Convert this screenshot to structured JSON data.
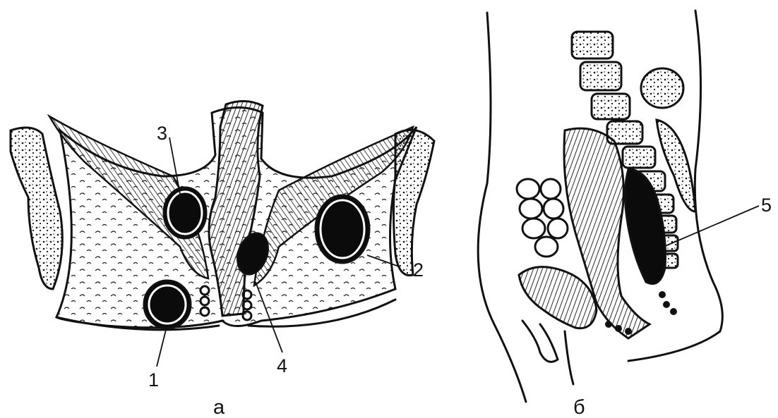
{
  "figure": {
    "panel_a": {
      "caption": "а",
      "labels": [
        "1",
        "2",
        "3",
        "4"
      ]
    },
    "panel_b": {
      "caption": "б",
      "labels": [
        "5"
      ]
    }
  }
}
